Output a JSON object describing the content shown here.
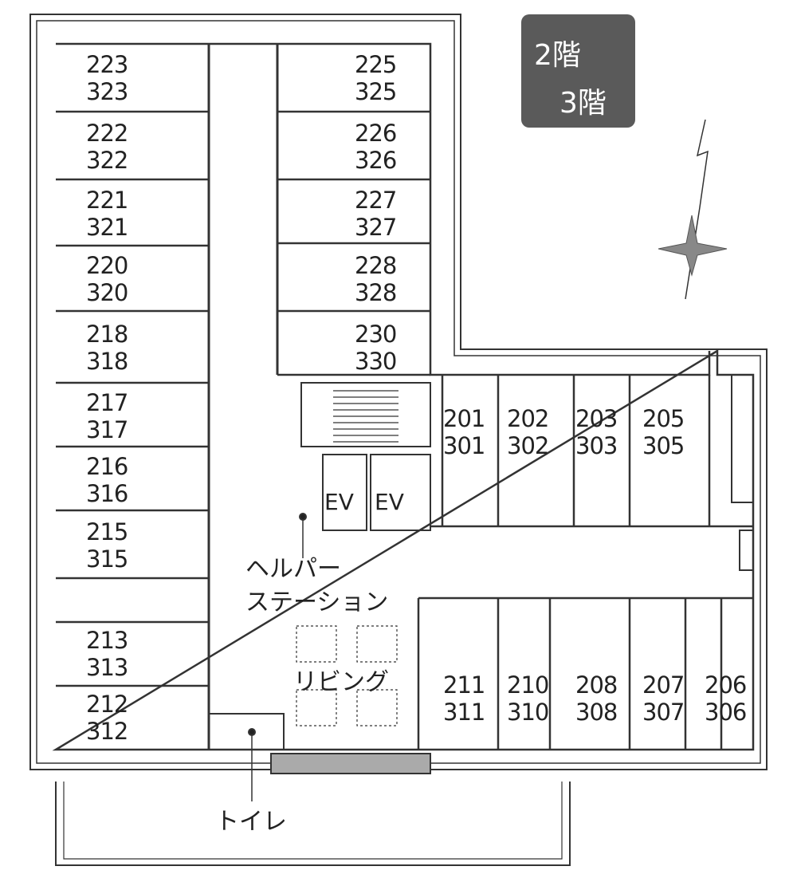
{
  "floor_badge": {
    "line1": "2階",
    "line2": "3階"
  },
  "rooms_left": [
    {
      "top": "223",
      "bottom": "323"
    },
    {
      "top": "222",
      "bottom": "322"
    },
    {
      "top": "221",
      "bottom": "321"
    },
    {
      "top": "220",
      "bottom": "320"
    },
    {
      "top": "218",
      "bottom": "318"
    },
    {
      "top": "217",
      "bottom": "317"
    },
    {
      "top": "216",
      "bottom": "316"
    },
    {
      "top": "215",
      "bottom": "315"
    },
    {
      "top": "213",
      "bottom": "313"
    },
    {
      "top": "212",
      "bottom": "312"
    }
  ],
  "rooms_right": [
    {
      "top": "225",
      "bottom": "325"
    },
    {
      "top": "226",
      "bottom": "326"
    },
    {
      "top": "227",
      "bottom": "327"
    },
    {
      "top": "228",
      "bottom": "328"
    },
    {
      "top": "230",
      "bottom": "330"
    }
  ],
  "rooms_east_top": [
    {
      "top": "201",
      "bottom": "301"
    },
    {
      "top": "202",
      "bottom": "302"
    },
    {
      "top": "203",
      "bottom": "303"
    },
    {
      "top": "205",
      "bottom": "305"
    }
  ],
  "rooms_east_bottom": [
    {
      "top": "211",
      "bottom": "311"
    },
    {
      "top": "210",
      "bottom": "310"
    },
    {
      "top": "208",
      "bottom": "308"
    },
    {
      "top": "207",
      "bottom": "307"
    },
    {
      "top": "206",
      "bottom": "306"
    }
  ],
  "labels": {
    "elevator1": "EV",
    "elevator2": "EV",
    "helper_station_line1": "ヘルパー",
    "helper_station_line2": "ステーション",
    "living": "リビング",
    "toilet": "トイレ"
  }
}
